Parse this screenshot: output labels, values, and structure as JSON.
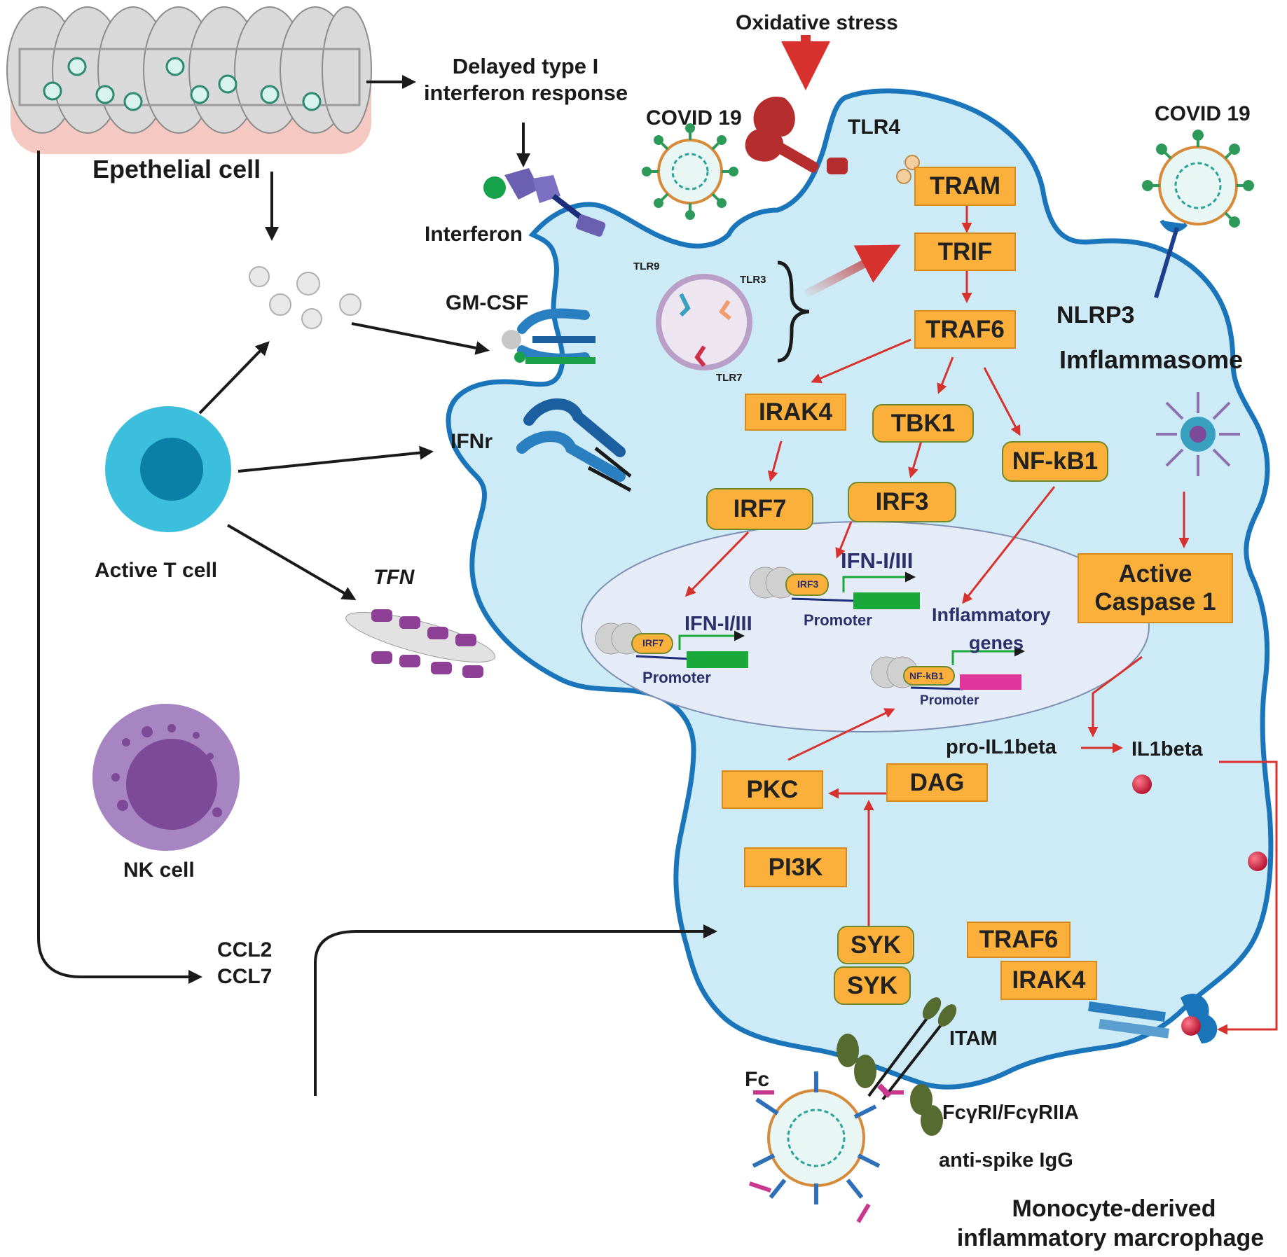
{
  "labels": {
    "oxidative_stress": "Oxidative stress",
    "delayed_ifn_line1": "Delayed type I",
    "delayed_ifn_line2": "interferon response",
    "covid_left": "COVID 19",
    "tlr4": "TLR4",
    "covid_right": "COVID 19",
    "epithelial": "Epethelial cell",
    "interferon": "Interferon",
    "gm_csf": "GM-CSF",
    "ifnr": "IFNr",
    "active_t": "Active T cell",
    "tfn": "TFN",
    "nk": "NK  cell",
    "ccl2": "CCL2",
    "ccl7": "CCL7",
    "nlrp3": "NLRP3",
    "inflammasome": "Imflammasome",
    "tlr9": "TLR9",
    "tlr3": "TLR3",
    "tlr7": "TLR7",
    "pro_il1beta": "pro-IL1beta",
    "il1beta": "IL1beta",
    "itam": "ITAM",
    "fc": "Fc",
    "fcgr": "FcγRI/FcγRIIA",
    "anti_spike": "anti-spike IgG",
    "macrophage_line1": "Monocyte-derived",
    "macrophage_line2": "inflammatory marcrophage"
  },
  "boxes": {
    "tram": "TRAM",
    "trif": "TRIF",
    "traf6": "TRAF6",
    "irak4": "IRAK4",
    "tbk1": "TBK1",
    "nfkb1": "NF-kB1",
    "irf7": "IRF7",
    "irf3": "IRF3",
    "caspase_line1": "Active",
    "caspase_line2": "Caspase 1",
    "pkc": "PKC",
    "dag": "DAG",
    "pi3k": "PI3K",
    "syk1": "SYK",
    "syk2": "SYK",
    "traf6_b": "TRAF6",
    "irak4_b": "IRAK4"
  },
  "nucleus": {
    "ifn_top": "IFN-I/III",
    "ifn_left": "IFN-I/III",
    "promoter_top": "Promoter",
    "promoter_left": "Promoter",
    "promoter_right": "Promoter",
    "inflam_line1": "Inflammatory",
    "inflam_line2": "genes",
    "irf3_small": "IRF3",
    "irf7_small": "IRF7",
    "nfkb1_small": "NF-kB1"
  },
  "colors": {
    "cell_fill": "#cdebf6",
    "cell_stroke": "#1b75bb",
    "box_fill": "#fbb03b",
    "arrow_red": "#d7322e",
    "arrow_black": "#1a1a1a",
    "gene_green": "#1aa83a",
    "gene_magenta": "#e0359a",
    "nucleus_fill": "#e6ecf7",
    "nk_purple": "#8d64a8",
    "tcell_blue": "#3bbfdc"
  }
}
